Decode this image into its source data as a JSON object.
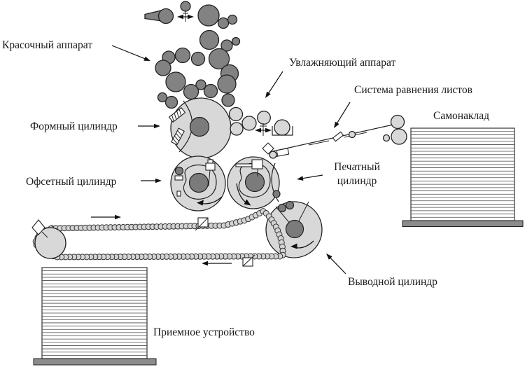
{
  "diagram": {
    "labels": {
      "inking_unit": "Красочный аппарат",
      "dampening_unit": "Увлажняющий аппарат",
      "sheet_alignment_system": "Система равнения листов",
      "feeder": "Самонаклад",
      "plate_cylinder": "Формный цилиндр",
      "offset_cylinder": "Офсетный цилиндр",
      "impression_cylinder_line1": "Печатный",
      "impression_cylinder_line2": "цилиндр",
      "delivery_cylinder": "Выводной цилиндр",
      "receiving_device": "Приемное устройство"
    },
    "colors": {
      "roller_dark": "#828282",
      "body_light": "#d8d8d8",
      "core_dark": "#7b7b7b",
      "outline": "#222222",
      "base_bar": "#8c8c8c",
      "text": "#1a1a1a",
      "background": "#ffffff"
    }
  }
}
